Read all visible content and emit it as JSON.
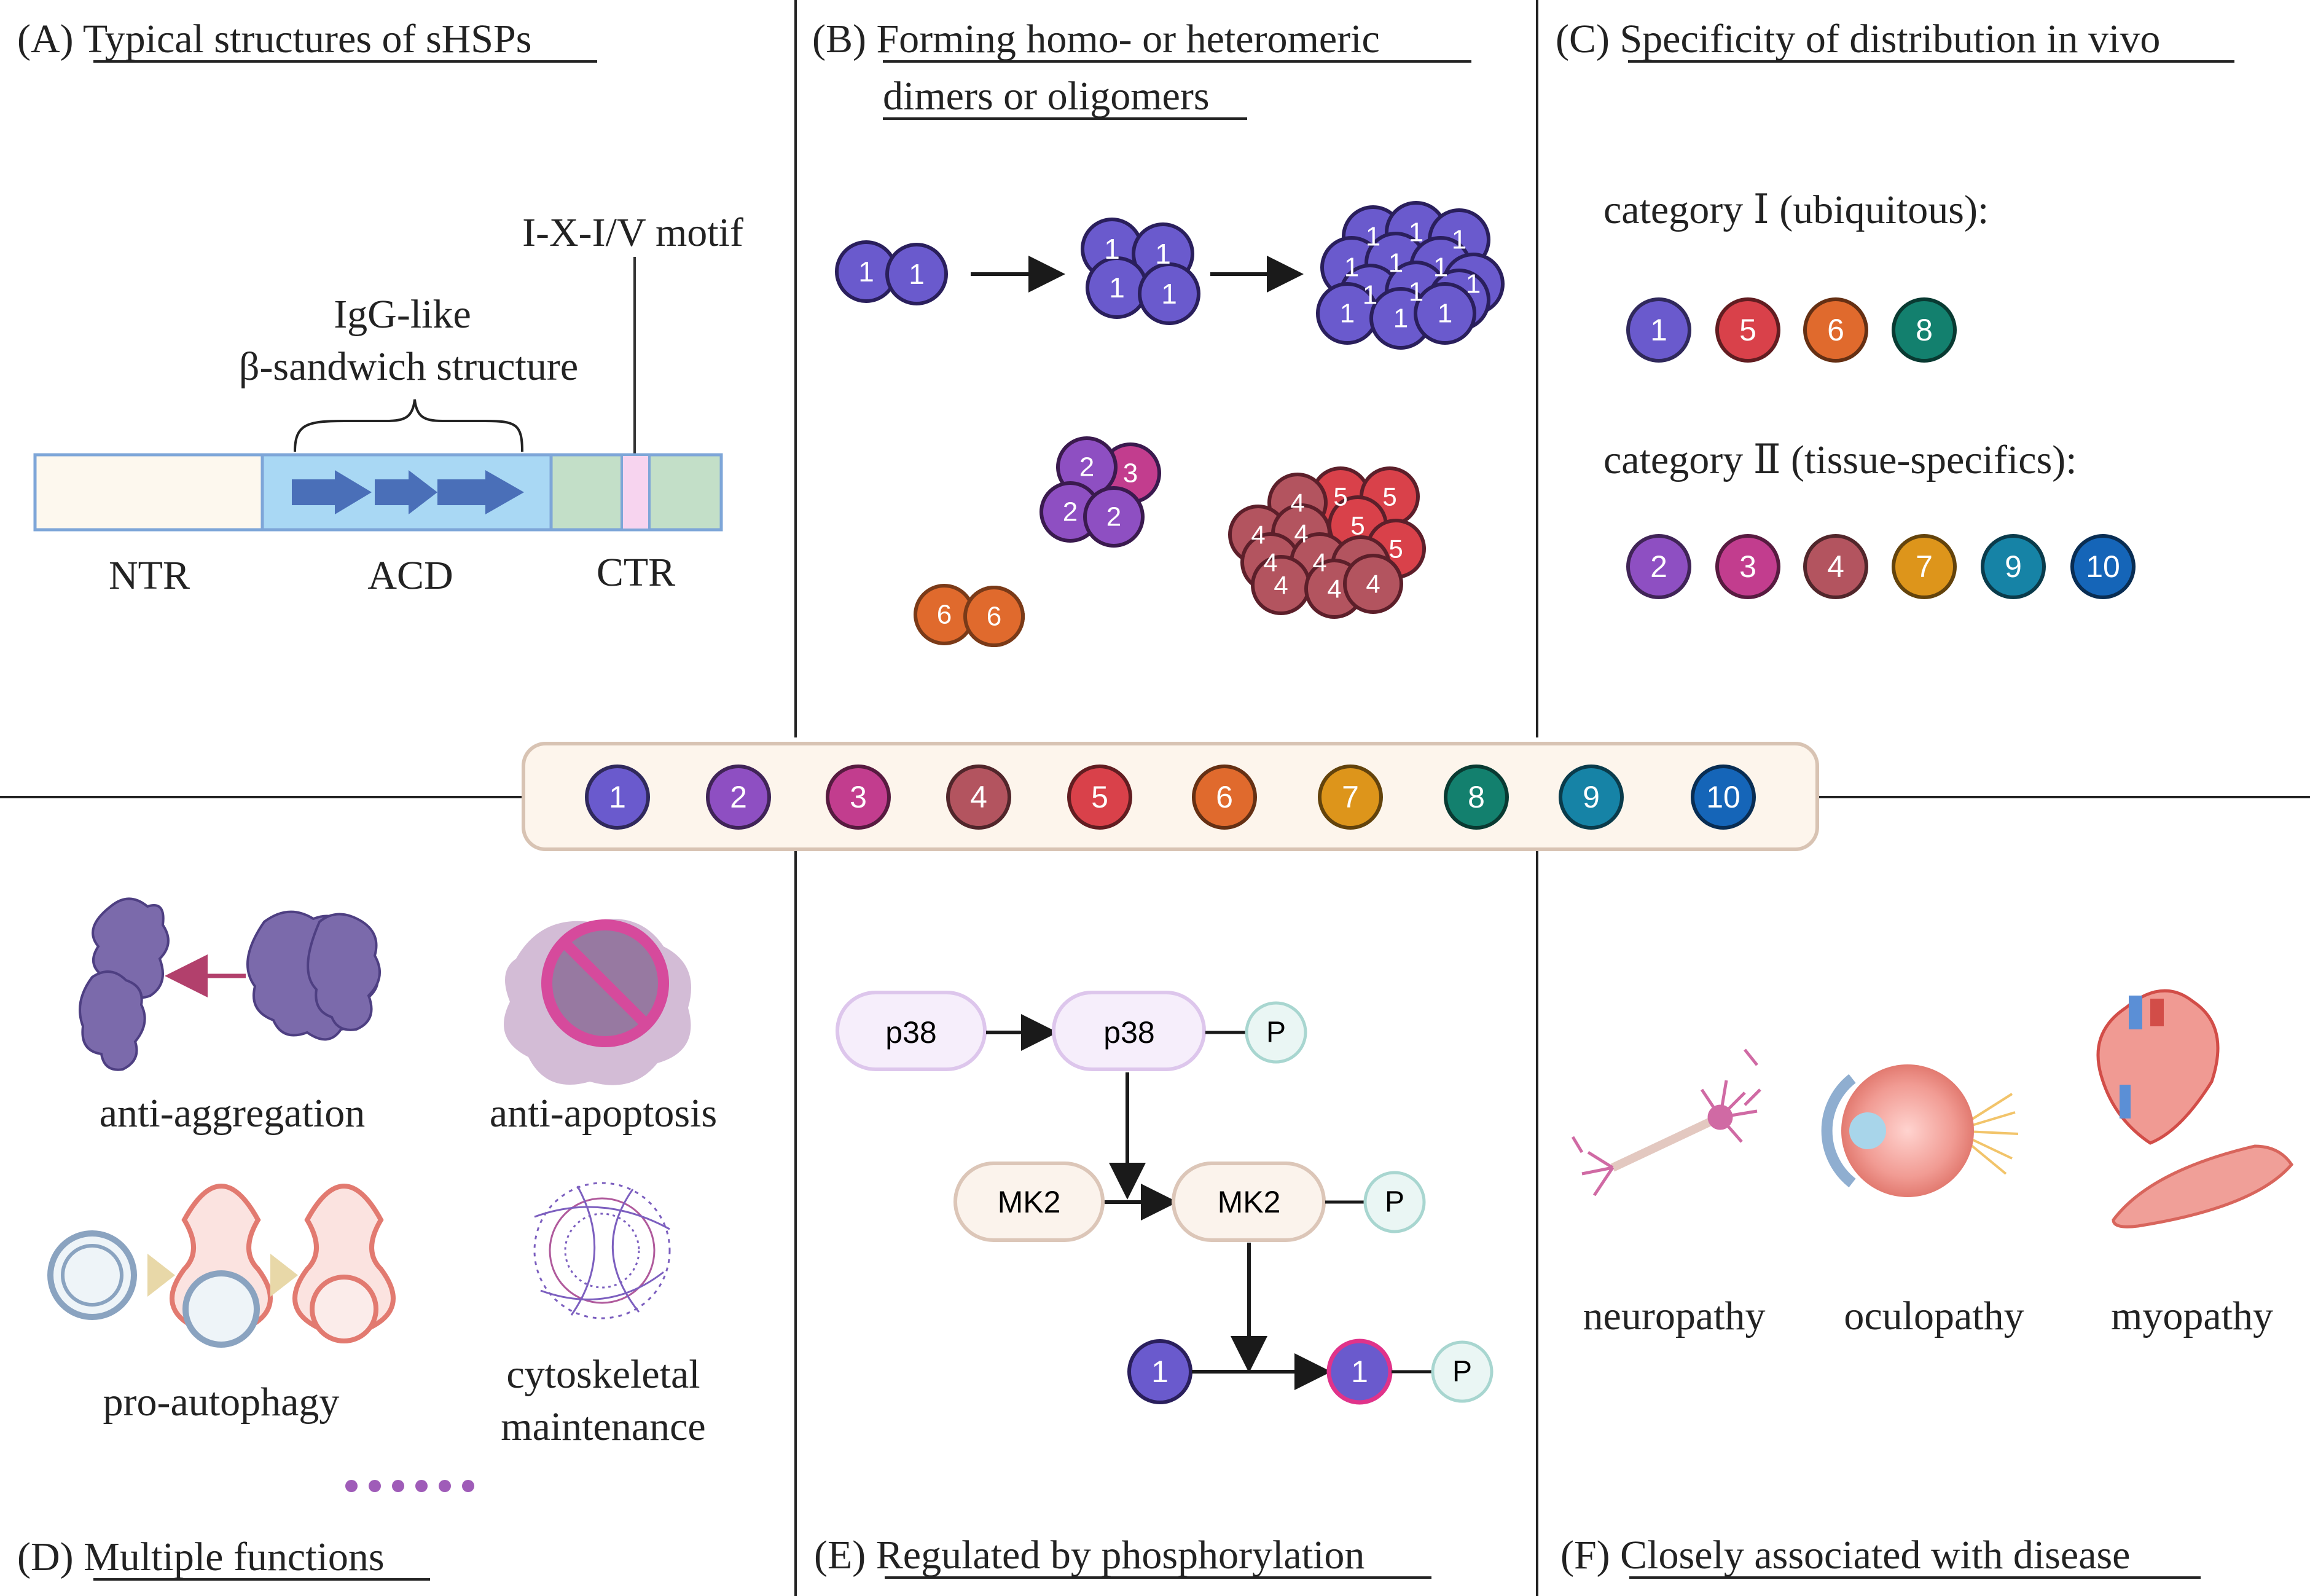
{
  "panels": {
    "A": {
      "title": "(A) Typical structures of sHSPs"
    },
    "B": {
      "title_line1": "(B) Forming homo- or heteromeric",
      "title_line2": "dimers or oligomers"
    },
    "C": {
      "title": "(C) Specificity of distribution in vivo"
    },
    "D": {
      "title": "(D) Multiple functions"
    },
    "E": {
      "title": "(E) Regulated by phosphorylation"
    },
    "F": {
      "title": "(F) Closely associated with disease"
    }
  },
  "panelA": {
    "motif": "I-X-I/V motif",
    "sandwich_line1": "IgG-like",
    "sandwich_line2": "β-sandwich structure",
    "domains": [
      "NTR",
      "ACD",
      "CTR"
    ]
  },
  "panelC": {
    "category1": "category Ⅰ (ubiquitous):",
    "category2": "category Ⅱ (tissue-specifics):",
    "cat1_members": [
      "1",
      "5",
      "6",
      "8"
    ],
    "cat2_members": [
      "2",
      "3",
      "4",
      "7",
      "9",
      "10"
    ]
  },
  "legend": {
    "members": [
      {
        "n": "1",
        "color": "#6a5acd"
      },
      {
        "n": "2",
        "color": "#8e4fc2"
      },
      {
        "n": "3",
        "color": "#c23d8e"
      },
      {
        "n": "4",
        "color": "#b3545f"
      },
      {
        "n": "5",
        "color": "#d9414a"
      },
      {
        "n": "6",
        "color": "#e06a2d"
      },
      {
        "n": "7",
        "color": "#dd951b"
      },
      {
        "n": "8",
        "color": "#13806e"
      },
      {
        "n": "9",
        "color": "#1683a6"
      },
      {
        "n": "10",
        "color": "#1565b8"
      }
    ]
  },
  "panelD": {
    "functions": [
      "anti-aggregation",
      "anti-apoptosis",
      "pro-autophagy",
      "cytoskeletal",
      "maintenance"
    ]
  },
  "panelE": {
    "kinase1": "p38",
    "kinase2": "MK2",
    "phospho": "P",
    "substrate": "1"
  },
  "panelF": {
    "diseases": [
      "neuropathy",
      "oculopathy",
      "myopathy"
    ]
  }
}
